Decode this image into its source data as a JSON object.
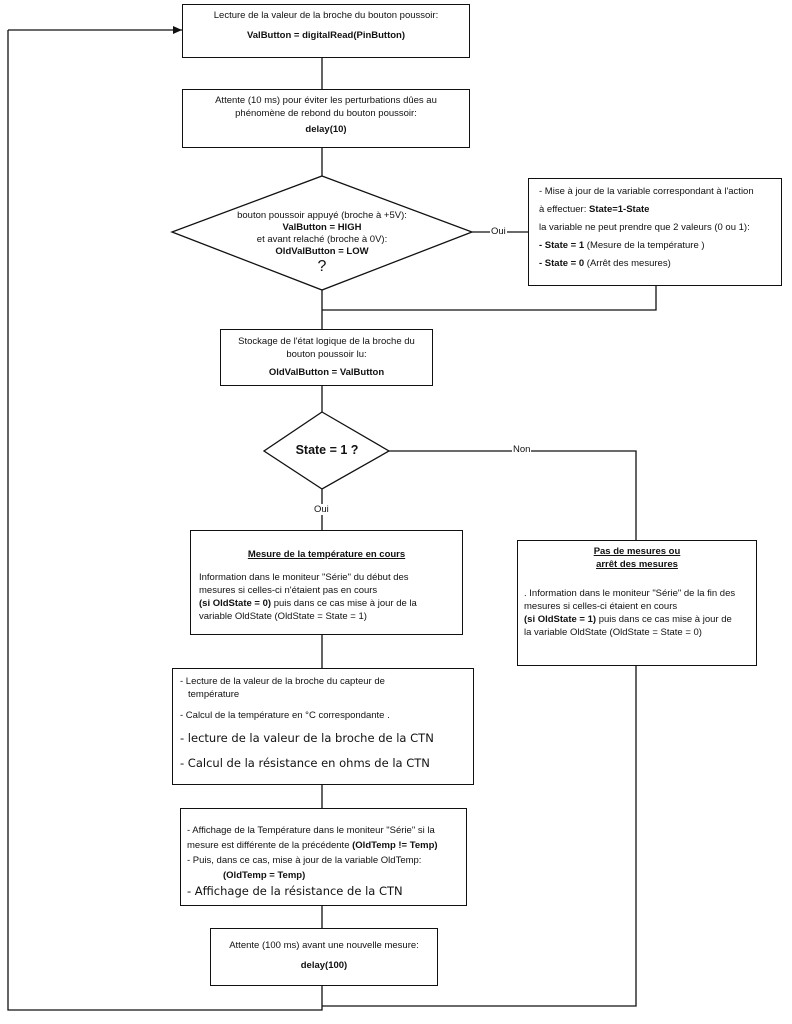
{
  "box1": {
    "line1": "Lecture de la valeur de la broche du bouton poussoir:",
    "line2": "ValButton = digitalRead(PinButton)"
  },
  "box2": {
    "line1": "Attente (10 ms) pour éviter les perturbations dûes au",
    "line2": "phénomène de rebond du bouton poussoir:",
    "line3": "delay(10)"
  },
  "diamond1": {
    "line1": "bouton poussoir appuyé (broche à +5V):",
    "line2": "ValButton = HIGH",
    "line3": "et avant relaché (broche à 0V):",
    "line4": "OldValButton = LOW",
    "line5": "?"
  },
  "yes_label_1": "Oui",
  "update_box": {
    "line1": "- Mise à jour de la variable correspondant à l'action",
    "line2_prefix": "à effectuer: ",
    "line2_bold": "State=1-State",
    "line3": "la variable ne peut prendre que 2 valeurs (0 ou 1):",
    "line4_bold": "- State = 1",
    "line4_rest": " (Mesure de la température )",
    "line5_bold": "- State = 0",
    "line5_rest": " (Arrêt des mesures)"
  },
  "store_box": {
    "line1": "Stockage de l'état logique de la broche du",
    "line2": "bouton poussoir lu:",
    "line3": "OldValButton = ValButton"
  },
  "diamond2": {
    "text": "State = 1 ?"
  },
  "no_label": "Non",
  "yes_label_2": "Oui",
  "measure_box": {
    "title": "Mesure de la température en cours",
    "line1": "Information dans le moniteur \"Série\" du début des",
    "line2": "mesures si celles-ci n'étaient pas en cours",
    "line3_bold": "(si OldState = 0)",
    "line3_rest": "  puis dans ce cas mise à jour de la",
    "line4": "variable OldState (OldState = State = 1)"
  },
  "nomeasure_box": {
    "title1": "Pas de mesures ou",
    "title2": "arrêt des mesures",
    "line1": ". Information dans le moniteur \"Série\" de la fin des",
    "line2": "mesures si celles-ci étaient en cours",
    "line3_bold": "(si OldState = 1)",
    "line3_rest": "  puis dans ce cas mise à jour de",
    "line4": "la variable OldState (OldState = State = 0)"
  },
  "read_box": {
    "line1": "- Lecture de la valeur de la broche du capteur de",
    "line2": "température",
    "line3": "- Calcul de la température en °C correspondante .",
    "line4": "- lecture de la valeur de la broche de la CTN",
    "line5": "- Calcul de la résistance en ohms de la CTN"
  },
  "display_box": {
    "line1": "- Affichage de la Température dans le moniteur \"Série\" si la",
    "line2_prefix": "mesure est différente de la précédente  ",
    "line2_bold": "(OldTemp != Temp)",
    "line3": "- Puis, dans ce cas, mise à jour de la variable OldTemp:",
    "line4": "(OldTemp = Temp)",
    "line5": "- Affichage de la résistance de la CTN"
  },
  "wait_box": {
    "line1": "Attente (100 ms) avant une nouvelle mesure:",
    "line2": "delay(100)"
  }
}
